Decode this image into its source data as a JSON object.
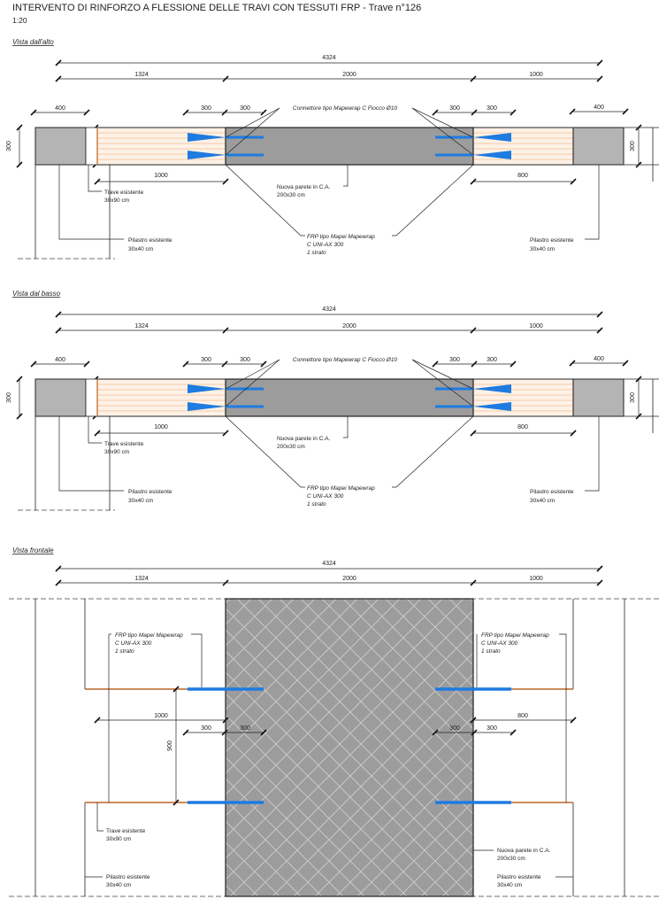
{
  "header": {
    "title": "INTERVENTO DI RINFORZO A FLESSIONE DELLE TRAVI CON TESSUTI FRP - Trave n°126",
    "scale": "1:20"
  },
  "views": {
    "top": "Vista dall'alto",
    "bottom": "Vista dal basso",
    "front": "Vista frontale"
  },
  "dims": {
    "total": "4324",
    "left_span": "1324",
    "mid_span": "2000",
    "right_span": "1000",
    "column_width": "400",
    "column_depth": "300",
    "beam_depth": "300",
    "conn_spacing": "300",
    "frp_left_len": "1000",
    "frp_right_len": "800",
    "beam_height": "900"
  },
  "labels": {
    "connector": "Connettore tipo Mapewrap C Fiocco Ø10",
    "beam_1": "Trave esistente",
    "beam_2": "30x90 cm",
    "wall_1": "Nuova parete in C.A.",
    "wall_2": "200x30 cm",
    "frp_1": "FRP tipo Mapei Mapewrap",
    "frp_2": "C UNI-AX 300",
    "frp_3": "1 strato",
    "column_1": "Pilastro esistente",
    "column_2": "30x40 cm"
  },
  "colors": {
    "concrete_grey": "#9c9c9c",
    "column_grey": "#b4b4b4",
    "frp_orange": "#c0621c",
    "connector_blue": "#1e7be0",
    "beam_cream": "#fdf1e6"
  }
}
